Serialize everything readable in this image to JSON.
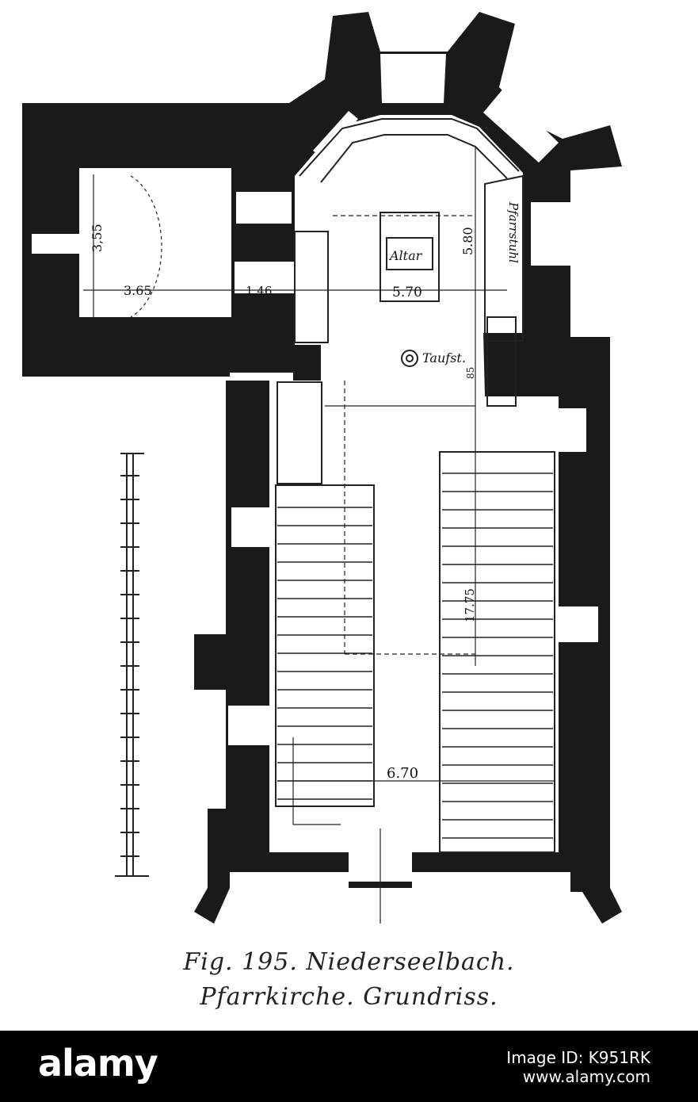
{
  "figure": {
    "caption_line1": "Fig. 195. Niederseelbach.",
    "caption_line2": "Pfarrkirche. Grundriss.",
    "dimensions": {
      "sacristy_depth": "3,55",
      "sacristy_width": "3.65",
      "wall_thickness": "1.46",
      "choir_length": "5.80",
      "choir_width": "5.70",
      "font_offset": "85",
      "nave_length": "17.75",
      "nave_width": "6.70"
    },
    "labels": {
      "altar": "Altar",
      "font": "Taufst.",
      "pulpit_stair": "Pfarrstuhl"
    },
    "colors": {
      "wall": "#1a1a1a",
      "paper": "#ffffff",
      "line": "#222222"
    }
  },
  "footer": {
    "brand": "alamy",
    "image_id": "Image ID: K951RK",
    "site": "www.alamy.com"
  }
}
